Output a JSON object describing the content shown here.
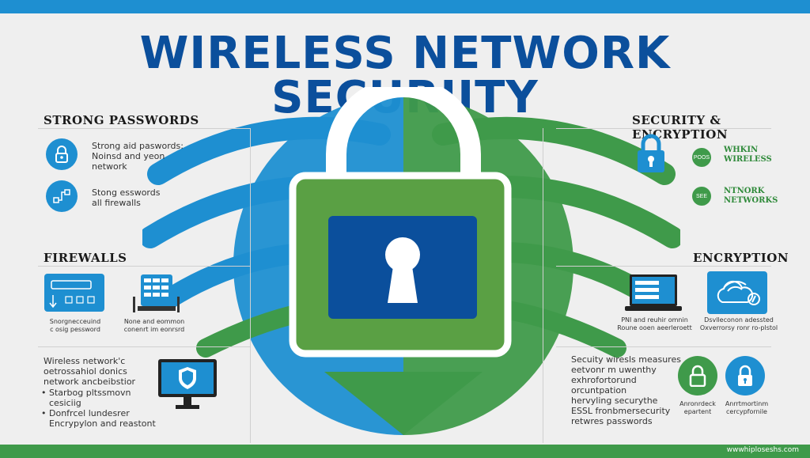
{
  "title": "WIRELESS NETWORK SECURIITY",
  "footer_url": "wwwhiploseshs.com",
  "colors": {
    "blue": "#1e8fd1",
    "dark_blue": "#0b4f9c",
    "green": "#3f9a4a",
    "background": "#efefef"
  },
  "left": {
    "strong_passwords": {
      "heading": "STRONG PASSWORDS",
      "item1": [
        "Strong aid paswords:",
        "Noinsd and yeon",
        "network"
      ],
      "item2": [
        "Stong esswords",
        "all firewalls"
      ]
    },
    "firewalls": {
      "heading": "FIREWALLS",
      "caption1": [
        "Snorgnecceuind",
        "c osig pessword"
      ],
      "caption2": [
        "None and eommon",
        "conenrt im eonrsrd"
      ]
    },
    "bottom": {
      "intro": [
        "Wireless network'c",
        "oetrossahiol donics",
        "network ancbeibstior"
      ],
      "bullets": [
        "Starbog pltssmovn",
        "cesiciig",
        "Donfrcel lundesrer",
        "Encrypylon and reastont"
      ]
    }
  },
  "right": {
    "security_encryption": {
      "heading": "SECURITY & ENCRYPTION",
      "pill1": "POOS",
      "label1": [
        "WHKIN",
        "WIRELESS"
      ],
      "pill2": "SEE",
      "label2": [
        "NTNORK",
        "NETWORKS"
      ]
    },
    "encryption": {
      "heading": "ENCRYPTION",
      "caption1": [
        "PNI and reuhir omnin",
        "Roune ooen aeerleroett"
      ],
      "caption2": [
        "Dsvlleconon adessted",
        "Oxverrorsy ronr ro-plstol"
      ]
    },
    "bottom": {
      "intro": [
        "Secuity wiresls measures",
        "eetvonr m uwenthy",
        "exhrofortorund",
        "orcuntpation"
      ],
      "lines": [
        "hervyling securythe",
        "ESSL fronbmersecurity",
        "retwres passwords"
      ],
      "caption1": [
        "Anronrdeck",
        "epartent"
      ],
      "caption2": [
        "Anrrtmortinm",
        "cercypfornile"
      ]
    }
  }
}
